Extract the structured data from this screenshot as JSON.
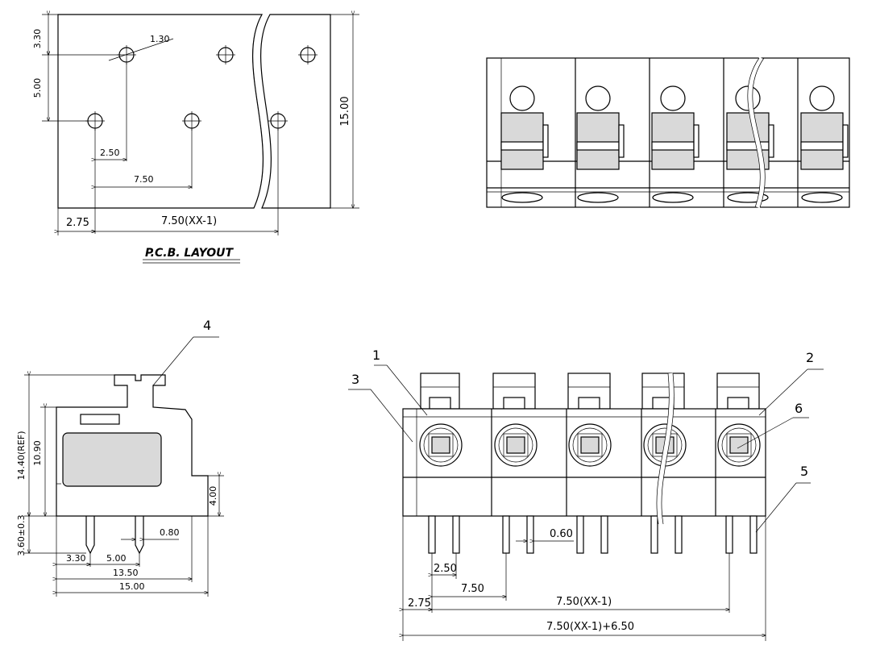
{
  "pcb_layout": {
    "title": "P.C.B. LAYOUT",
    "dims": {
      "d330": "3.30",
      "d500": "5.00",
      "d130": "1.30",
      "d250": "2.50",
      "d750": "7.50",
      "d1500": "15.00",
      "d275": "2.75",
      "d750xx": "7.50(XX-1)"
    }
  },
  "side_view": {
    "callout_4": "4",
    "dims": {
      "d1440": "14.40(REF)",
      "d1090": "10.90",
      "d400": "4.00",
      "d360": "3.60±0.3",
      "d080": "0.80",
      "d330": "3.30",
      "d500": "5.00",
      "d1350": "13.50",
      "d1500": "15.00"
    }
  },
  "front_view": {
    "callouts": {
      "c1": "1",
      "c2": "2",
      "c3": "3",
      "c5": "5",
      "c6": "6"
    },
    "dims": {
      "d060": "0.60",
      "d250": "2.50",
      "d750": "7.50",
      "d275": "2.75",
      "d750xx": "7.50(XX-1)",
      "d750xx650": "7.50(XX-1)+6.50"
    }
  }
}
